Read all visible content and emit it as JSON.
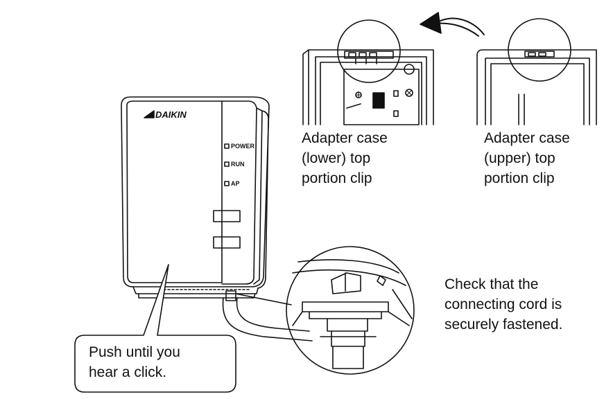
{
  "device": {
    "brand": "DAIKIN",
    "leds": [
      "POWER",
      "RUN",
      "AP"
    ]
  },
  "labels": {
    "lower_clip": "Adapter case\n(lower) top\nportion clip",
    "upper_clip": "Adapter case\n(upper) top\nportion clip",
    "check_cord": "Check that the\nconnecting cord is\nsecurely fastened.",
    "push_click": "Push until you\nhear a click."
  }
}
